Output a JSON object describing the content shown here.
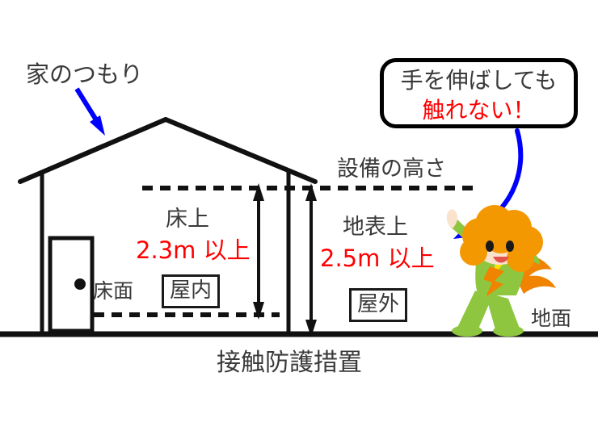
{
  "diagram": {
    "caption": "接触防護措置",
    "labels": {
      "house_note": "家のつもり",
      "equipment_height": "設備の高さ",
      "ground": "地面",
      "floor_surface": "床面"
    },
    "indoor": {
      "reference": "床上",
      "value": "2.3m 以上",
      "tag": "屋内"
    },
    "outdoor": {
      "reference": "地表上",
      "value": "2.5m 以上",
      "tag": "屋外"
    },
    "callout": {
      "line1": "手を伸ばしても",
      "line2": "触れない！"
    },
    "colors": {
      "text_dark": "#3a3a3a",
      "accent_red": "#ff0000",
      "arrow_blue": "#0000ff",
      "line_black": "#111111",
      "hair_orange": "#f39800",
      "outfit_green": "#8ec63f",
      "skin": "#fbe2cd"
    }
  }
}
